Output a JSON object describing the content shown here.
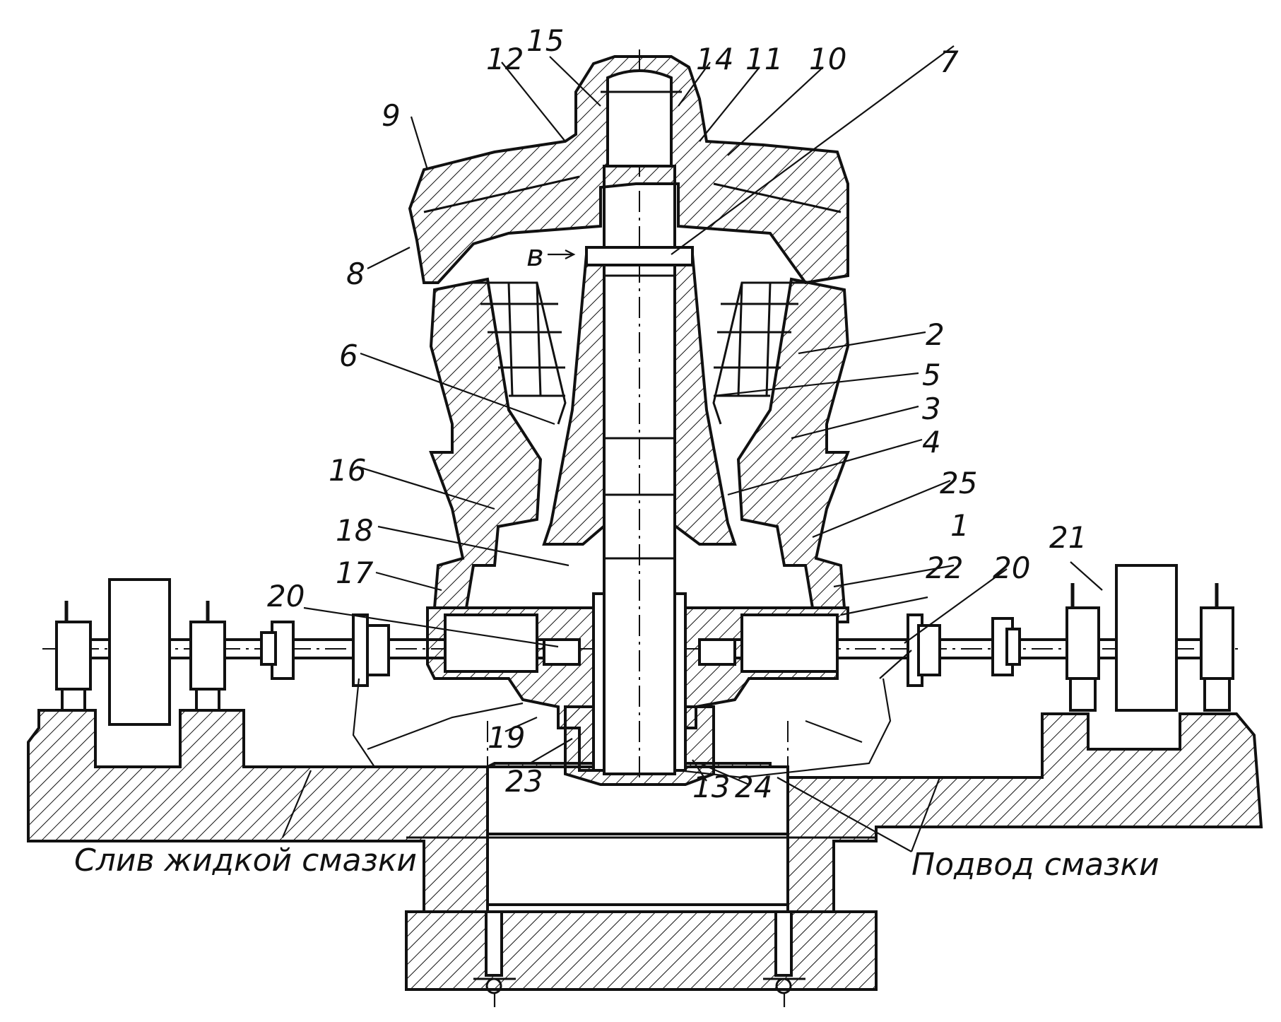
{
  "labels": {
    "n1": "1",
    "n2": "2",
    "n3": "3",
    "n4": "4",
    "n5": "5",
    "n6": "6",
    "n7": "7",
    "n8": "8",
    "n9": "9",
    "n10": "10",
    "n11": "11",
    "n12": "12",
    "n13": "13",
    "n14": "14",
    "n15": "15",
    "n16": "16",
    "n17": "17",
    "n18": "18",
    "n19": "19",
    "n20_left": "20",
    "n20_right": "20",
    "n21": "21",
    "n22": "22",
    "n23": "23",
    "n24": "24",
    "n25": "25",
    "b": "в"
  },
  "captions": {
    "drain": "Слив жидкой смазки",
    "supply": "Подвод смазки"
  }
}
